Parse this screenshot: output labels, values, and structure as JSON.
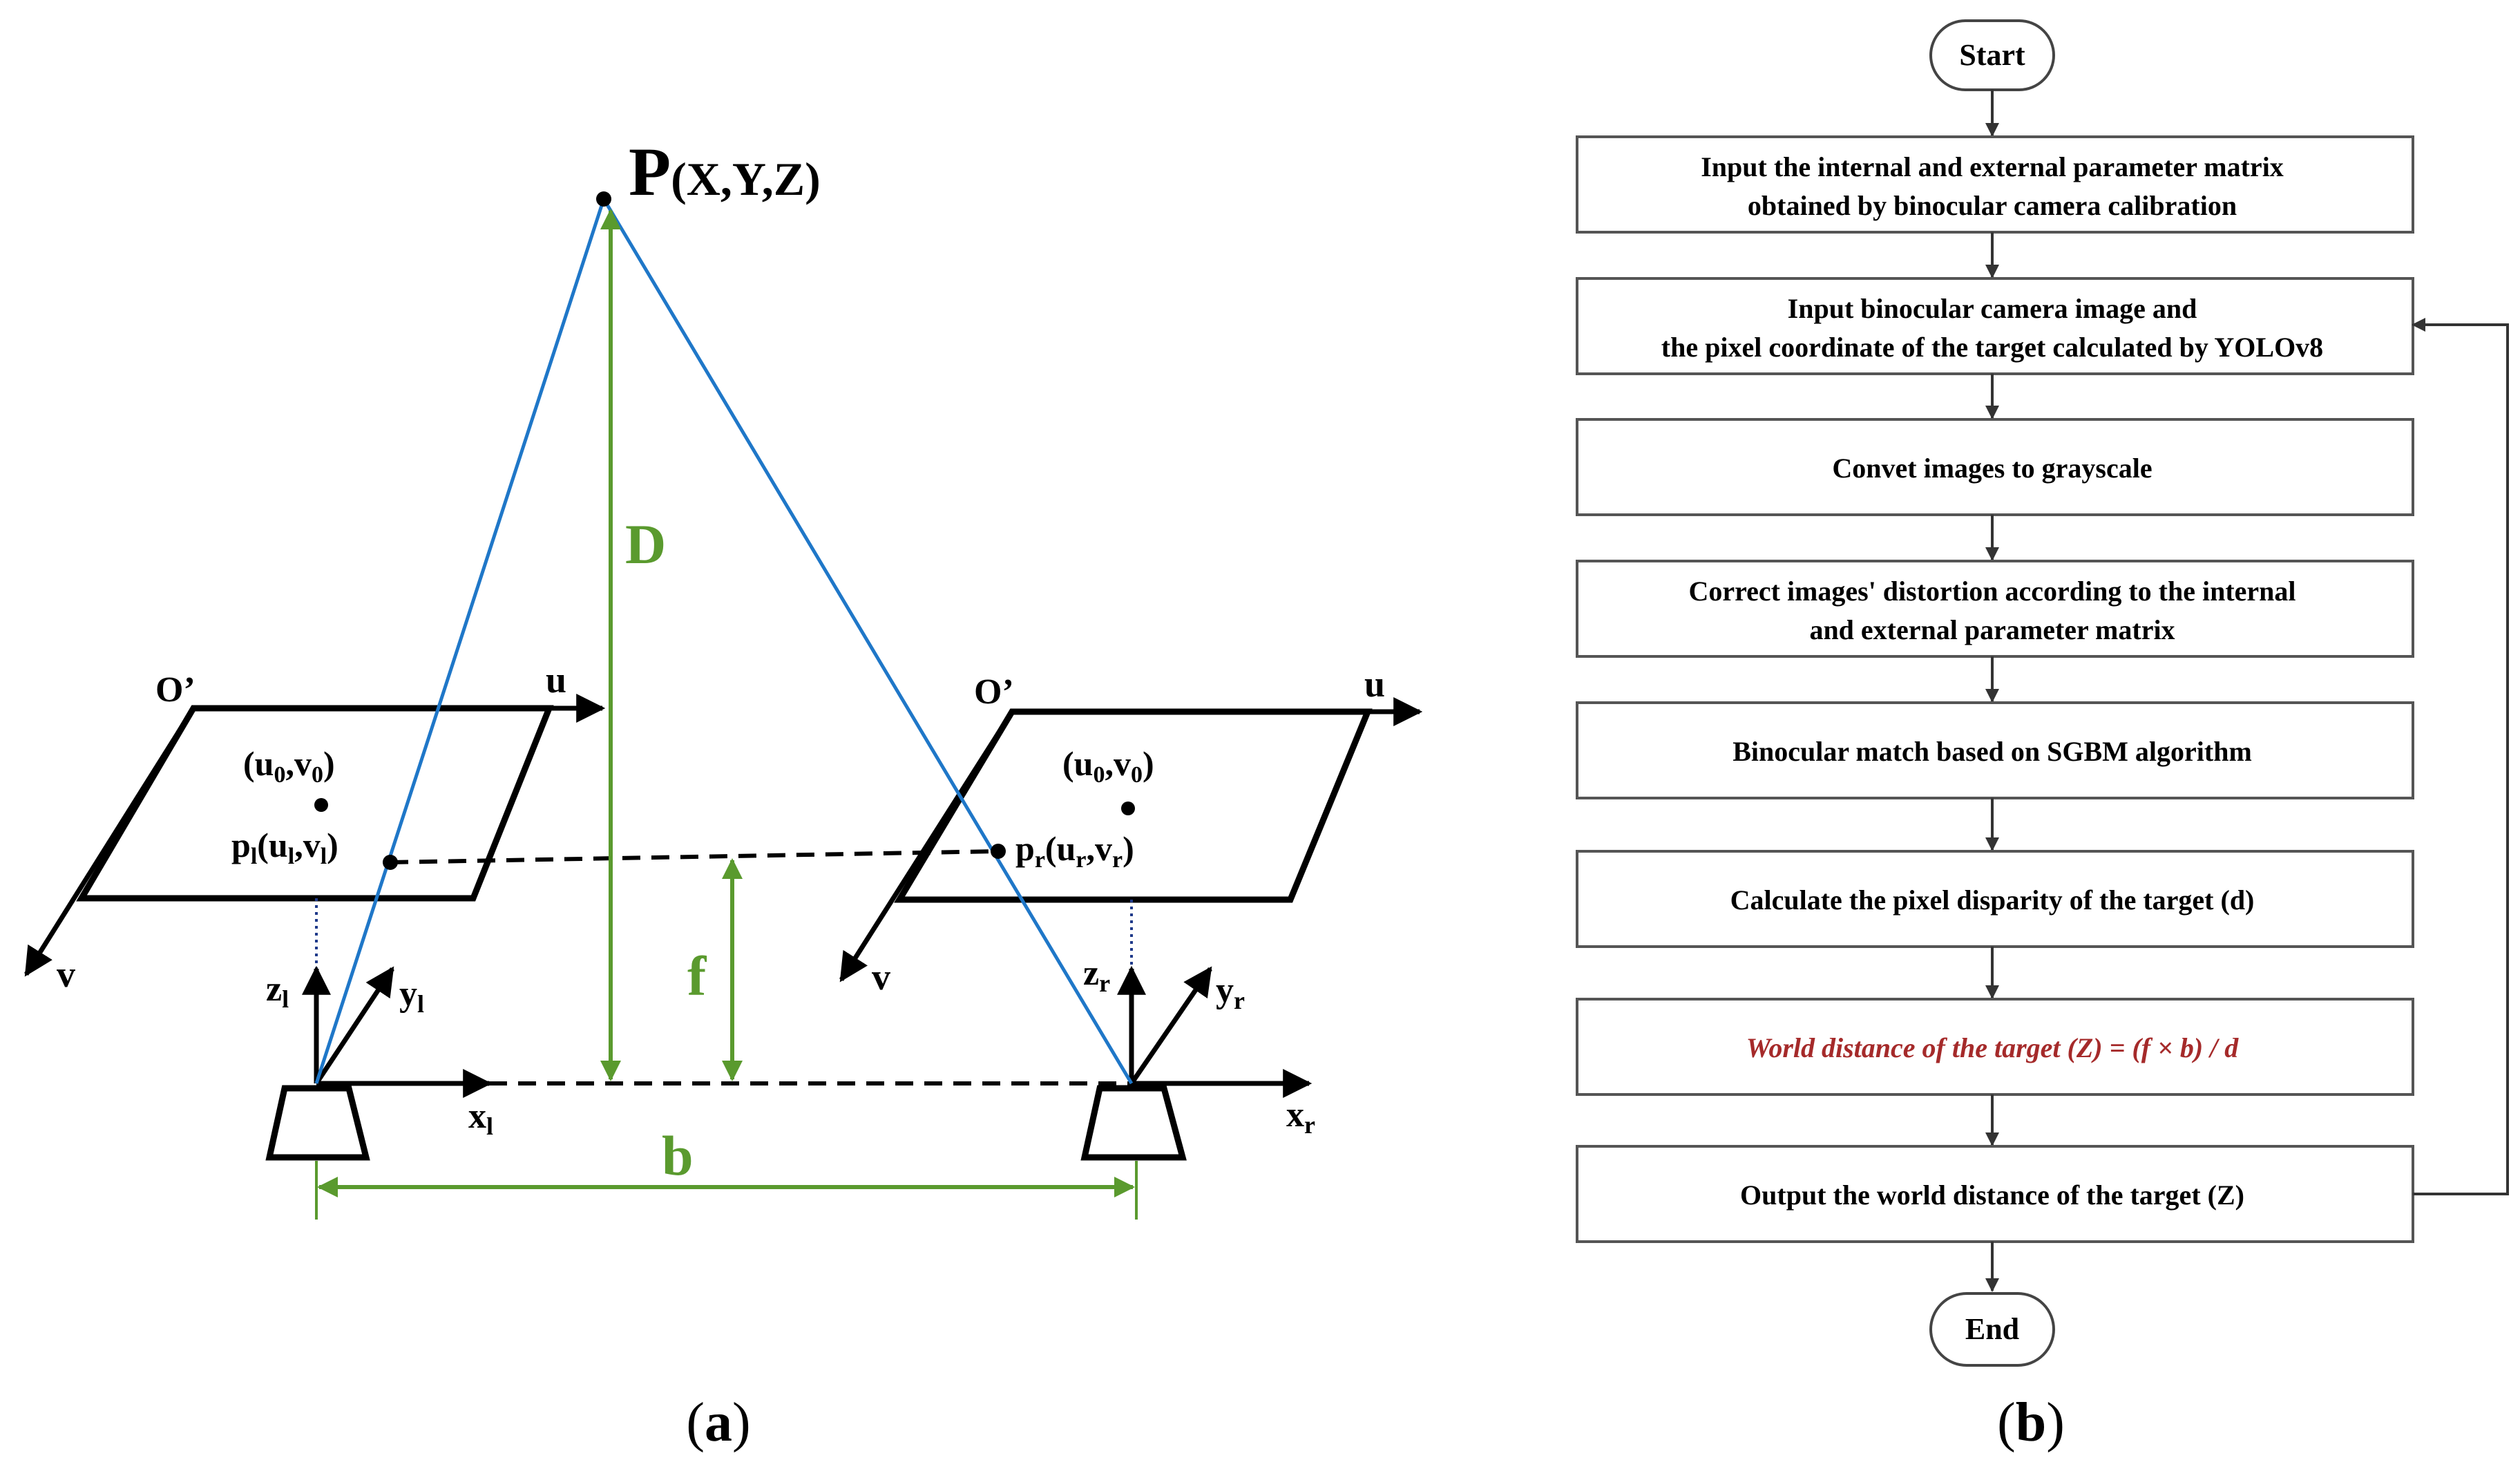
{
  "panel_a": {
    "label": "a",
    "point": {
      "name": "P",
      "coords": "(X,Y,Z)"
    },
    "dimensions": {
      "depth": "D",
      "focal": "f",
      "baseline": "b"
    },
    "left_camera": {
      "origin": "O’",
      "axis_u": "u",
      "axis_v": "v",
      "center_point": "(u",
      "center_sub0": "0",
      "center_sep": ",v",
      "center_sub1": "0",
      "center_close": ")",
      "proj_p": "p",
      "proj_sub": "l",
      "proj_open": "(u",
      "proj_sub2": "l",
      "proj_sep": ",v",
      "proj_sub3": "l",
      "proj_close": ")",
      "z": "z",
      "z_sub": "l",
      "y": "y",
      "y_sub": "l",
      "x": "x",
      "x_sub": "l"
    },
    "right_camera": {
      "origin": "O’",
      "axis_u": "u",
      "axis_v": "v",
      "center_point": "(u",
      "center_sub0": "0",
      "center_sep": ",v",
      "center_sub1": "0",
      "center_close": ")",
      "proj_p": "p",
      "proj_sub": "r",
      "proj_open": "(u",
      "proj_sub2": "r",
      "proj_sep": ",v",
      "proj_sub3": "r",
      "proj_close": ")",
      "z": "z",
      "z_sub": "r",
      "y": "y",
      "y_sub": "r",
      "x": "x",
      "x_sub": "r"
    }
  },
  "panel_b": {
    "label": "b",
    "start": "Start",
    "end": "End",
    "steps": [
      {
        "line1": "Input the internal and external parameter matrix",
        "line2": "obtained by binocular camera calibration"
      },
      {
        "line1": "Input binocular camera image and",
        "line2": "the pixel coordinate of the target calculated by YOLOv8"
      },
      {
        "line1": "Convet images to grayscale",
        "line2": ""
      },
      {
        "line1": "Correct images' distortion according to the internal",
        "line2": "and external parameter matrix"
      },
      {
        "line1": "Binocular match based on SGBM algorithm",
        "line2": ""
      },
      {
        "line1": "Calculate the pixel disparity of the target (d)",
        "line2": ""
      },
      {
        "line1": "World distance of the target (Z) = (f × b) / d",
        "line2": ""
      },
      {
        "line1": "Output the world distance of the target (Z)",
        "line2": ""
      }
    ]
  },
  "colors": {
    "ray": "#1f77c8",
    "dimension": "#5a9a2e",
    "formula": "#a52a2a",
    "line": "#000000",
    "box_border": "#555555"
  }
}
